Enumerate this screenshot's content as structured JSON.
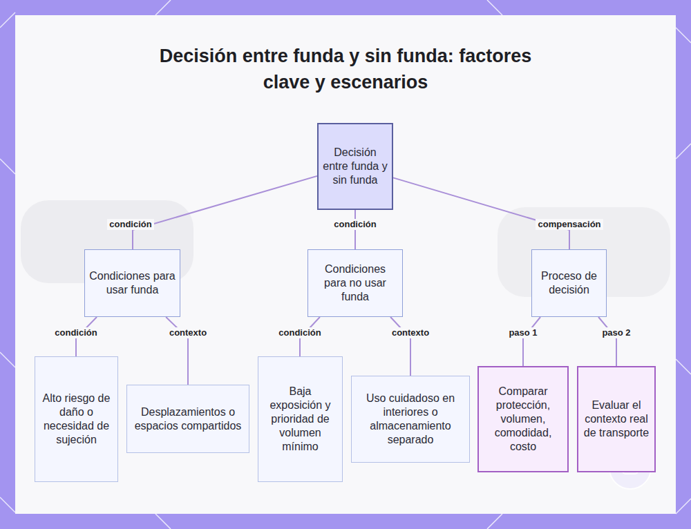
{
  "diagram": {
    "title": "Decisión entre funda y sin funda: factores clave y escenarios",
    "nodes": [
      {
        "text": [
          "Decisión entre funda y sin funda"
        ]
      },
      {
        "text": [
          "Condiciones para usar funda"
        ]
      },
      {
        "text": [
          "Condiciones para no usar funda"
        ]
      },
      {
        "text": [
          "Proceso de decisión"
        ]
      },
      {
        "text": [
          "Alto riesgo de daño o necesidad de sujeción"
        ]
      },
      {
        "text": [
          "Desplazamientos o espacios compartidos"
        ]
      },
      {
        "text": [
          "Baja exposición y prioridad de volumen mínimo"
        ]
      },
      {
        "text": [
          "Uso cuidadoso en interiores o almacenamiento separado"
        ]
      },
      {
        "text": [
          "Comparar protección, volumen, comodidad, costo"
        ]
      },
      {
        "text": [
          "Evaluar el contexto real de transporte"
        ]
      }
    ],
    "edges": [
      {
        "from": 0,
        "to": 1,
        "label": "condición",
        "arrow": "none"
      },
      {
        "from": 0,
        "to": 2,
        "label": "condición",
        "arrow": "none"
      },
      {
        "from": 0,
        "to": 3,
        "label": "compensación",
        "arrow": "none"
      },
      {
        "from": 1,
        "to": 4,
        "label": "condición",
        "arrow": "none"
      },
      {
        "from": 1,
        "to": 5,
        "label": "contexto",
        "arrow": "none"
      },
      {
        "from": 2,
        "to": 6,
        "label": "condición",
        "arrow": "none"
      },
      {
        "from": 2,
        "to": 7,
        "label": "contexto",
        "arrow": "none"
      },
      {
        "from": 3,
        "to": 8,
        "label": "paso 1",
        "arrow": "none"
      },
      {
        "from": 3,
        "to": 9,
        "label": "paso 2",
        "arrow": "none"
      }
    ]
  }
}
